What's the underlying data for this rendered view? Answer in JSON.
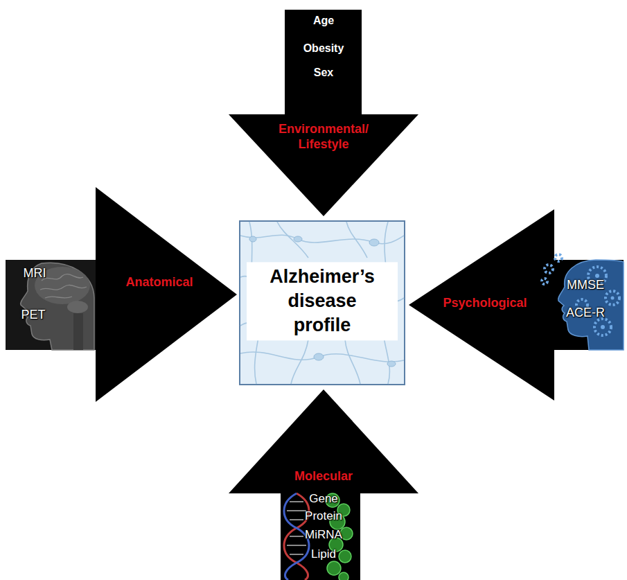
{
  "diagram": {
    "nodes": [
      {
        "text": [
          "Age",
          "Obesity",
          "Sex",
          "Environmental/ Lifestyle"
        ]
      },
      {
        "text": [
          "MRI",
          "PET",
          "Anatomical"
        ]
      },
      {
        "text": [
          "Alzheimer’s disease profile"
        ]
      },
      {
        "text": [
          "Psychological",
          "MMSE",
          "ACE-R"
        ]
      },
      {
        "text": [
          "Molecular",
          "Gene",
          "Protein",
          "MiRNA",
          "Lipid"
        ]
      }
    ]
  }
}
